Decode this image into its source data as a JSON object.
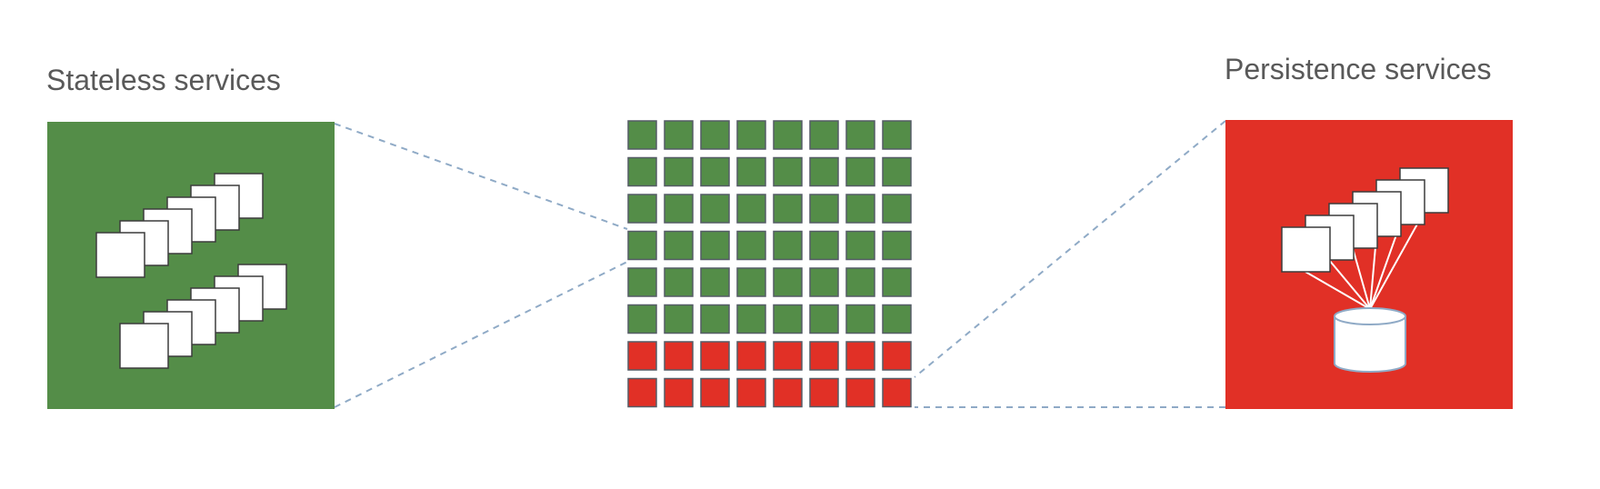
{
  "labels": {
    "stateless": "Stateless services",
    "persistence": "Persistence services"
  },
  "grid": {
    "columns": 8,
    "rows": [
      "stateless",
      "stateless",
      "stateless",
      "stateless",
      "stateless",
      "stateless",
      "persistence",
      "persistence"
    ]
  },
  "colors": {
    "stateless": "#548d48",
    "persistence": "#e13026",
    "tile_stroke": "#555c66",
    "connector": "#8faac6",
    "card_fill": "#ffffff",
    "card_stroke": "#3c3c3c"
  }
}
